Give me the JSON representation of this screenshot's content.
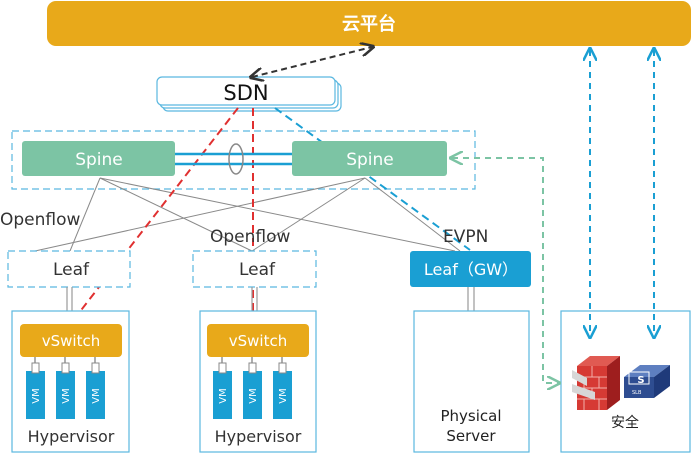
{
  "cloud_platform": {
    "label": "云平台",
    "color": "#E8A91A"
  },
  "sdn": {
    "label": "SDN"
  },
  "spines": [
    {
      "label": "Spine"
    },
    {
      "label": "Spine"
    }
  ],
  "spine_color": "#7CC4A4",
  "leaves": [
    {
      "label": "Leaf"
    },
    {
      "label": "Leaf"
    }
  ],
  "gateway_leaf": {
    "label": "Leaf（GW）",
    "color": "#1A9FD3"
  },
  "protocols": {
    "openflow_1": "Openflow",
    "openflow_2": "Openflow",
    "evpn": "EVPN"
  },
  "hypervisors": [
    {
      "vswitch": "vSwitch",
      "vms": [
        "VM",
        "VM",
        "VM"
      ],
      "label": "Hypervisor"
    },
    {
      "vswitch": "vSwitch",
      "vms": [
        "VM",
        "VM",
        "VM"
      ],
      "label": "Hypervisor"
    }
  ],
  "physical_server": {
    "line1": "Physical",
    "line2": "Server"
  },
  "security": {
    "label": "安全",
    "slb_icon_text": "S",
    "slb_caption": "SLB"
  }
}
